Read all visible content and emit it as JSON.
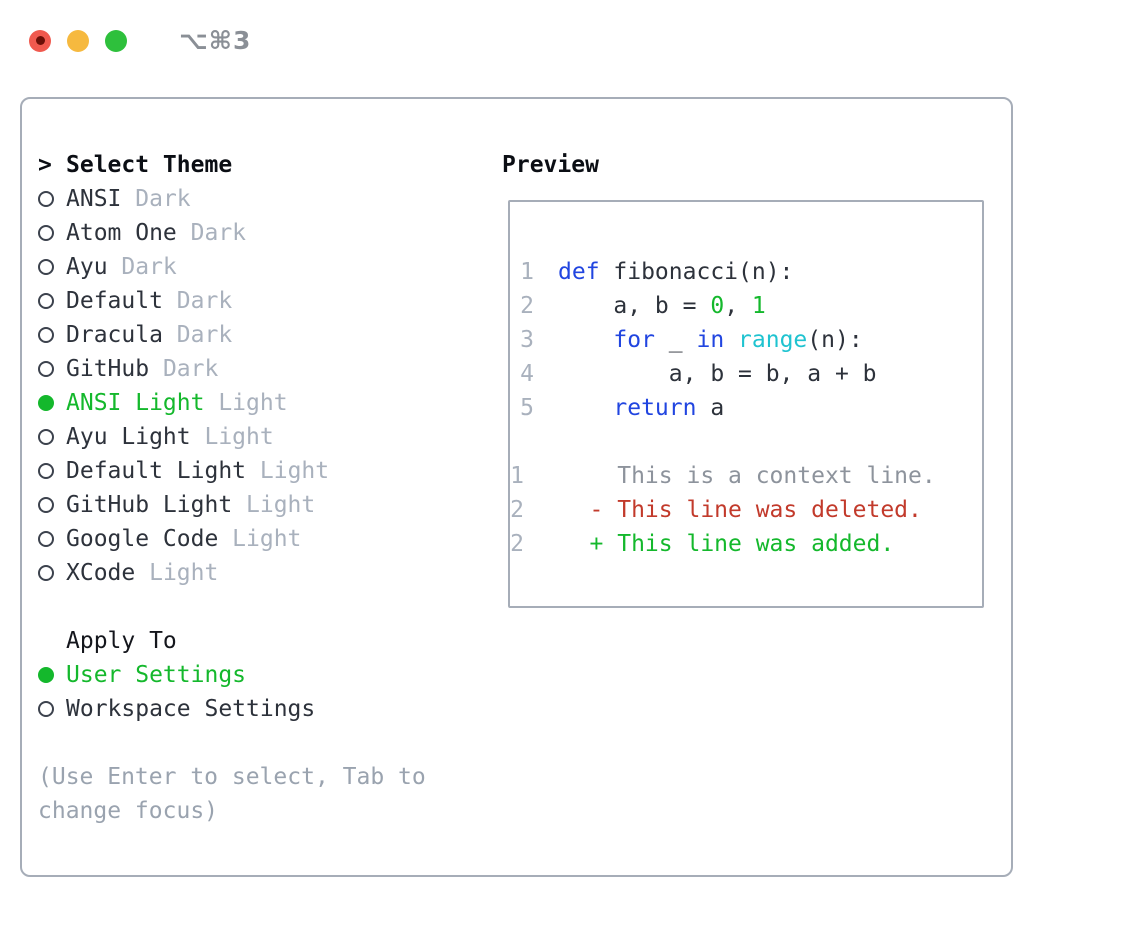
{
  "colors": {
    "foreground": "#2d323b",
    "muted": "#a9b1bd",
    "hint": "#9aa3af",
    "context": "#8d939c",
    "green": "#14b82c",
    "red": "#c23a2b",
    "blue": "#2145e0",
    "cyan": "#1fc3d0",
    "border": "#a6adb8",
    "traffic_red": "#f0594e",
    "traffic_red_dot": "#6b0f07",
    "traffic_yellow": "#f6b93f",
    "traffic_green": "#2ec03c"
  },
  "titlebar": {
    "shortcut_label": "⌥⌘3"
  },
  "theme_panel": {
    "title_prefix": ">",
    "title": "Select Theme",
    "items": [
      {
        "name": "ANSI",
        "variant": "Dark",
        "selected": false
      },
      {
        "name": "Atom One",
        "variant": "Dark",
        "selected": false
      },
      {
        "name": "Ayu",
        "variant": "Dark",
        "selected": false
      },
      {
        "name": "Default",
        "variant": "Dark",
        "selected": false
      },
      {
        "name": "Dracula",
        "variant": "Dark",
        "selected": false
      },
      {
        "name": "GitHub",
        "variant": "Dark",
        "selected": false
      },
      {
        "name": "ANSI Light",
        "variant": "Light",
        "selected": true
      },
      {
        "name": "Ayu Light",
        "variant": "Light",
        "selected": false
      },
      {
        "name": "Default Light",
        "variant": "Light",
        "selected": false
      },
      {
        "name": "GitHub Light",
        "variant": "Light",
        "selected": false
      },
      {
        "name": "Google Code",
        "variant": "Light",
        "selected": false
      },
      {
        "name": "XCode",
        "variant": "Light",
        "selected": false
      }
    ],
    "apply_to": {
      "title": "Apply To",
      "options": [
        {
          "label": "User Settings",
          "selected": true
        },
        {
          "label": "Workspace Settings",
          "selected": false
        }
      ]
    },
    "hint": "(Use Enter to select, Tab to change focus)"
  },
  "preview": {
    "title": "Preview",
    "code_lines": [
      {
        "number": "1",
        "segments": [
          {
            "text": "def",
            "style": "keyword"
          },
          {
            "text": " fibonacci(n):",
            "style": "plain"
          }
        ]
      },
      {
        "number": "2",
        "segments": [
          {
            "text": "    a, b = ",
            "style": "plain"
          },
          {
            "text": "0",
            "style": "number"
          },
          {
            "text": ", ",
            "style": "plain"
          },
          {
            "text": "1",
            "style": "number"
          }
        ]
      },
      {
        "number": "3",
        "segments": [
          {
            "text": "    ",
            "style": "plain"
          },
          {
            "text": "for",
            "style": "keyword"
          },
          {
            "text": " _ ",
            "style": "plain"
          },
          {
            "text": "in",
            "style": "keyword"
          },
          {
            "text": " ",
            "style": "plain"
          },
          {
            "text": "range",
            "style": "builtin"
          },
          {
            "text": "(n):",
            "style": "plain"
          }
        ]
      },
      {
        "number": "4",
        "segments": [
          {
            "text": "        a, b = b, a + b",
            "style": "plain"
          }
        ]
      },
      {
        "number": "5",
        "segments": [
          {
            "text": "    ",
            "style": "plain"
          },
          {
            "text": "return",
            "style": "keyword"
          },
          {
            "text": " a",
            "style": "plain"
          }
        ]
      }
    ],
    "diff_lines": [
      {
        "number": "1",
        "segments": [
          {
            "text": "     This is a context line.",
            "style": "context"
          }
        ]
      },
      {
        "number": "2",
        "segments": [
          {
            "text": "   - This line was deleted.",
            "style": "deleted"
          }
        ]
      },
      {
        "number": "2",
        "segments": [
          {
            "text": "   + This line was added.",
            "style": "added"
          }
        ]
      }
    ]
  }
}
